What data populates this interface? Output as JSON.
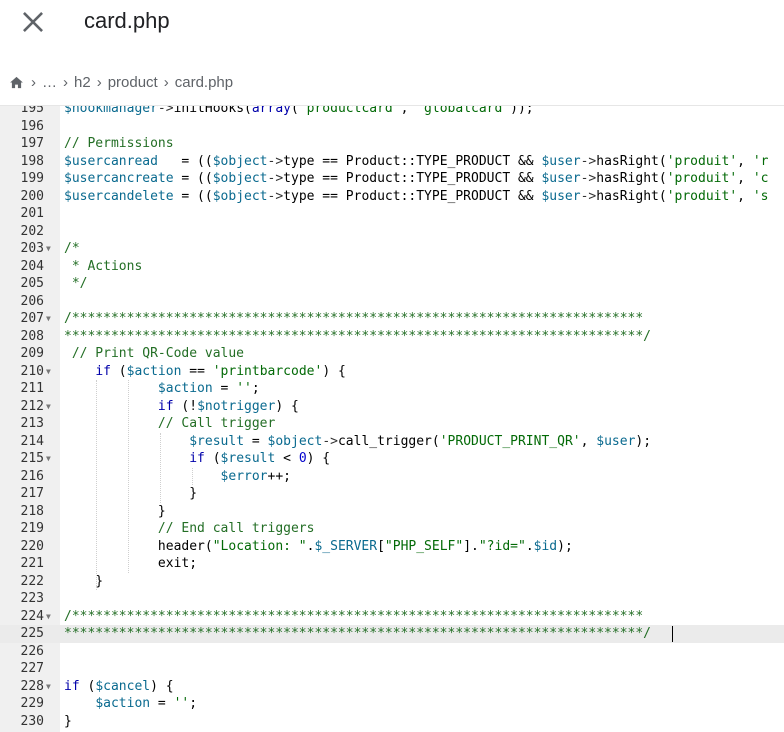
{
  "header": {
    "title": "card.php",
    "close_icon": "close-icon"
  },
  "breadcrumb": {
    "home_icon": "home-icon",
    "items": [
      "…",
      "h2",
      "product",
      "card.php"
    ],
    "separator": "›"
  },
  "editor": {
    "colors": {
      "gutter": "#f0f0f0",
      "active_line": "#ebebeb",
      "variable": "#0a6a8f",
      "keyword": "#0000aa",
      "string": "#036a07",
      "comment": "#236e25"
    },
    "active_line_number": "225",
    "lines": [
      {
        "n": "195",
        "fold": false,
        "tokens": [
          [
            "var",
            "$hookmanager"
          ],
          [
            "op",
            "->"
          ],
          [
            "fn",
            "initHooks("
          ],
          [
            "kw",
            "array"
          ],
          [
            "fn",
            "("
          ],
          [
            "str",
            "'productcard'"
          ],
          [
            "fn",
            ", "
          ],
          [
            "str",
            "'globalcard'"
          ],
          [
            "fn",
            "));"
          ]
        ]
      },
      {
        "n": "196",
        "fold": false,
        "tokens": []
      },
      {
        "n": "197",
        "fold": false,
        "tokens": [
          [
            "cmt",
            "// Permissions"
          ]
        ]
      },
      {
        "n": "198",
        "fold": false,
        "tokens": [
          [
            "var",
            "$usercanread"
          ],
          [
            "fn",
            "   = (("
          ],
          [
            "var",
            "$object"
          ],
          [
            "op",
            "->"
          ],
          [
            "fn",
            "type == Product::TYPE_PRODUCT && "
          ],
          [
            "var",
            "$user"
          ],
          [
            "op",
            "->"
          ],
          [
            "fn",
            "hasRight("
          ],
          [
            "str",
            "'produit'"
          ],
          [
            "fn",
            ", "
          ],
          [
            "str",
            "'r"
          ]
        ]
      },
      {
        "n": "199",
        "fold": false,
        "tokens": [
          [
            "var",
            "$usercancreate"
          ],
          [
            "fn",
            " = (("
          ],
          [
            "var",
            "$object"
          ],
          [
            "op",
            "->"
          ],
          [
            "fn",
            "type == Product::TYPE_PRODUCT && "
          ],
          [
            "var",
            "$user"
          ],
          [
            "op",
            "->"
          ],
          [
            "fn",
            "hasRight("
          ],
          [
            "str",
            "'produit'"
          ],
          [
            "fn",
            ", "
          ],
          [
            "str",
            "'c"
          ]
        ]
      },
      {
        "n": "200",
        "fold": false,
        "tokens": [
          [
            "var",
            "$usercandelete"
          ],
          [
            "fn",
            " = (("
          ],
          [
            "var",
            "$object"
          ],
          [
            "op",
            "->"
          ],
          [
            "fn",
            "type == Product::TYPE_PRODUCT && "
          ],
          [
            "var",
            "$user"
          ],
          [
            "op",
            "->"
          ],
          [
            "fn",
            "hasRight("
          ],
          [
            "str",
            "'produit'"
          ],
          [
            "fn",
            ", "
          ],
          [
            "str",
            "'s"
          ]
        ]
      },
      {
        "n": "201",
        "fold": false,
        "tokens": []
      },
      {
        "n": "202",
        "fold": false,
        "tokens": []
      },
      {
        "n": "203",
        "fold": true,
        "tokens": [
          [
            "cmt",
            "/*"
          ]
        ]
      },
      {
        "n": "204",
        "fold": false,
        "tokens": [
          [
            "cmt",
            " * Actions"
          ]
        ]
      },
      {
        "n": "205",
        "fold": false,
        "tokens": [
          [
            "cmt",
            " */"
          ]
        ]
      },
      {
        "n": "206",
        "fold": false,
        "tokens": []
      },
      {
        "n": "207",
        "fold": true,
        "tokens": [
          [
            "cmt",
            "/*************************************************************************"
          ]
        ]
      },
      {
        "n": "208",
        "fold": false,
        "tokens": [
          [
            "cmt",
            "**************************************************************************/"
          ]
        ]
      },
      {
        "n": "209",
        "fold": false,
        "tokens": [
          [
            "cmt",
            " // Print QR-Code value"
          ]
        ]
      },
      {
        "n": "210",
        "fold": true,
        "tokens": [
          [
            "fn",
            "    "
          ],
          [
            "kw",
            "if"
          ],
          [
            "fn",
            " ("
          ],
          [
            "var",
            "$action"
          ],
          [
            "fn",
            " == "
          ],
          [
            "str",
            "'printbarcode'"
          ],
          [
            "fn",
            ") {"
          ]
        ]
      },
      {
        "n": "211",
        "fold": false,
        "tokens": [
          [
            "fn",
            "            "
          ],
          [
            "var",
            "$action"
          ],
          [
            "fn",
            " = "
          ],
          [
            "str",
            "''"
          ],
          [
            "fn",
            ";"
          ]
        ]
      },
      {
        "n": "212",
        "fold": true,
        "tokens": [
          [
            "fn",
            "            "
          ],
          [
            "kw",
            "if"
          ],
          [
            "fn",
            " (!"
          ],
          [
            "var",
            "$notrigger"
          ],
          [
            "fn",
            ") {"
          ]
        ]
      },
      {
        "n": "213",
        "fold": false,
        "tokens": [
          [
            "fn",
            "            "
          ],
          [
            "cmt",
            "// Call trigger"
          ]
        ]
      },
      {
        "n": "214",
        "fold": false,
        "tokens": [
          [
            "fn",
            "                "
          ],
          [
            "var",
            "$result"
          ],
          [
            "fn",
            " = "
          ],
          [
            "var",
            "$object"
          ],
          [
            "op",
            "->"
          ],
          [
            "fn",
            "call_trigger("
          ],
          [
            "str",
            "'PRODUCT_PRINT_QR'"
          ],
          [
            "fn",
            ", "
          ],
          [
            "var",
            "$user"
          ],
          [
            "fn",
            ");"
          ]
        ]
      },
      {
        "n": "215",
        "fold": true,
        "tokens": [
          [
            "fn",
            "                "
          ],
          [
            "kw",
            "if"
          ],
          [
            "fn",
            " ("
          ],
          [
            "var",
            "$result"
          ],
          [
            "fn",
            " < "
          ],
          [
            "num",
            "0"
          ],
          [
            "fn",
            ") {"
          ]
        ]
      },
      {
        "n": "216",
        "fold": false,
        "tokens": [
          [
            "fn",
            "                    "
          ],
          [
            "var",
            "$error"
          ],
          [
            "fn",
            "++;"
          ]
        ]
      },
      {
        "n": "217",
        "fold": false,
        "tokens": [
          [
            "fn",
            "                }"
          ]
        ]
      },
      {
        "n": "218",
        "fold": false,
        "tokens": [
          [
            "fn",
            "            }"
          ]
        ]
      },
      {
        "n": "219",
        "fold": false,
        "tokens": [
          [
            "fn",
            "            "
          ],
          [
            "cmt",
            "// End call triggers"
          ]
        ]
      },
      {
        "n": "220",
        "fold": false,
        "tokens": [
          [
            "fn",
            "            header("
          ],
          [
            "str",
            "\"Location: \""
          ],
          [
            "fn",
            "."
          ],
          [
            "var",
            "$_SERVER"
          ],
          [
            "fn",
            "["
          ],
          [
            "str",
            "\"PHP_SELF\""
          ],
          [
            "fn",
            "]."
          ],
          [
            "str",
            "\"?id=\""
          ],
          [
            "fn",
            "."
          ],
          [
            "var",
            "$id"
          ],
          [
            "fn",
            ");"
          ]
        ]
      },
      {
        "n": "221",
        "fold": false,
        "tokens": [
          [
            "fn",
            "            exit;"
          ]
        ]
      },
      {
        "n": "222",
        "fold": false,
        "tokens": [
          [
            "fn",
            "    }"
          ]
        ]
      },
      {
        "n": "223",
        "fold": false,
        "tokens": []
      },
      {
        "n": "224",
        "fold": true,
        "tokens": [
          [
            "cmt",
            "/*************************************************************************"
          ]
        ]
      },
      {
        "n": "225",
        "fold": false,
        "tokens": [
          [
            "cmt",
            "**************************************************************************/"
          ]
        ]
      },
      {
        "n": "226",
        "fold": false,
        "tokens": []
      },
      {
        "n": "227",
        "fold": false,
        "tokens": []
      },
      {
        "n": "228",
        "fold": true,
        "tokens": [
          [
            "kw",
            "if"
          ],
          [
            "fn",
            " ("
          ],
          [
            "var",
            "$cancel"
          ],
          [
            "fn",
            ") {"
          ]
        ]
      },
      {
        "n": "229",
        "fold": false,
        "tokens": [
          [
            "fn",
            "    "
          ],
          [
            "var",
            "$action"
          ],
          [
            "fn",
            " = "
          ],
          [
            "str",
            "''"
          ],
          [
            "fn",
            ";"
          ]
        ]
      },
      {
        "n": "230",
        "fold": false,
        "tokens": [
          [
            "fn",
            "}"
          ]
        ]
      }
    ]
  }
}
